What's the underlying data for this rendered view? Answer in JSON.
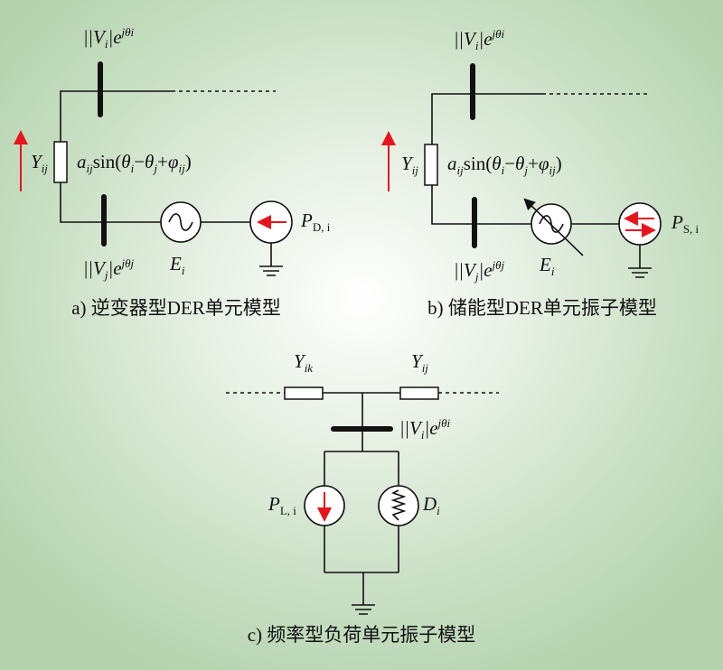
{
  "panel_a": {
    "caption": "a) 逆变器型DER单元模型",
    "bus_i": {
      "v": "|V",
      "sub": "i",
      "bar": "|e",
      "sup": "jθi"
    },
    "bus_j": {
      "v": "|V",
      "sub": "j",
      "bar": "|e",
      "sup": "jθj"
    },
    "admittance": {
      "y": "Y",
      "sub": "ij"
    },
    "flow": {
      "a": "a",
      "asub": "ij",
      "sin": "sin(",
      "t1": "θ",
      "t1s": "i",
      "minus": "−",
      "t2": "θ",
      "t2s": "j",
      "plus": "+",
      "phi": "φ",
      "phis": "ij",
      "close": ")"
    },
    "source": {
      "e": "E",
      "sub": "i"
    },
    "power": {
      "p": "P",
      "sub": "D, i"
    }
  },
  "panel_b": {
    "caption": "b) 储能型DER单元振子模型",
    "bus_i": {
      "v": "|V",
      "sub": "i",
      "bar": "|e",
      "sup": "jθi"
    },
    "bus_j": {
      "v": "|V",
      "sub": "j",
      "bar": "|e",
      "sup": "jθj"
    },
    "admittance": {
      "y": "Y",
      "sub": "ij"
    },
    "flow": {
      "a": "a",
      "asub": "ij",
      "sin": "sin(",
      "t1": "θ",
      "t1s": "i",
      "minus": "−",
      "t2": "θ",
      "t2s": "j",
      "plus": "+",
      "phi": "φ",
      "phis": "ij",
      "close": ")"
    },
    "source": {
      "e": "E",
      "sub": "i"
    },
    "power": {
      "p": "P",
      "sub": "S, i"
    }
  },
  "panel_c": {
    "caption": "c) 频率型负荷单元振子模型",
    "y_ik": {
      "y": "Y",
      "sub": "ik"
    },
    "y_ij": {
      "y": "Y",
      "sub": "ij"
    },
    "bus_i": {
      "v": "|V",
      "sub": "i",
      "bar": "|e",
      "sup": "jθi"
    },
    "load": {
      "p": "P",
      "sub": "L, i"
    },
    "damping": {
      "d": "D",
      "sub": "i"
    }
  },
  "colors": {
    "arrow": "#e8141c",
    "line": "#111111"
  }
}
